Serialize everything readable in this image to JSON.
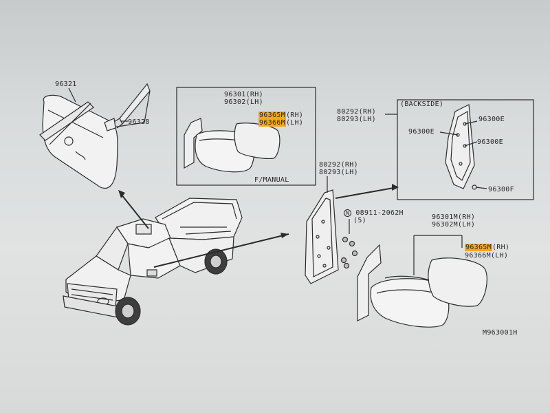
{
  "diagram": {
    "ref_code": "M963001H",
    "labels": {
      "p96321": "96321",
      "p96328": "96328",
      "inset_rh_1": "96301(RH)",
      "inset_lh_1": "96302(LH)",
      "inset_glass_rh": "96365M",
      "inset_glass_rh_side": "(RH)",
      "inset_glass_lh": "96366M",
      "inset_glass_lh_side": "(LH)",
      "inset_caption": "F/MANUAL",
      "base_rh_a": "80292(RH)",
      "base_lh_a": "80293(LH)",
      "backside_title": "(BACKSIDE)",
      "base_rh_b": "80292(RH)",
      "base_lh_b": "80293(LH)",
      "back_e1": "96300E",
      "back_e2": "96300E",
      "back_e3": "96300E",
      "back_f": "96300F",
      "nut_code": "08911-2062H",
      "nut_mark": "N",
      "nut_qty": "(5)",
      "main_rh": "96301M(RH)",
      "main_lh": "96302M(LH)",
      "main_glass_rh": "96365M",
      "main_glass_rh_side": "(RH)",
      "main_glass_lh": "96366M(LH)"
    },
    "colors": {
      "highlight": "#f3a91c",
      "line": "#2b2b2b",
      "background": "#d9dcdc"
    }
  }
}
